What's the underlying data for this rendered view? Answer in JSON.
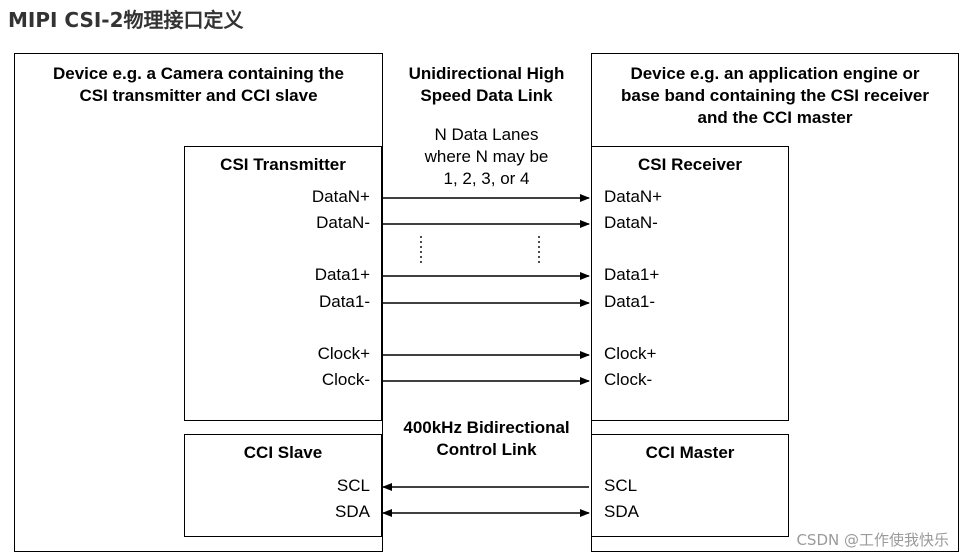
{
  "heading": "MIPI CSI-2物理接口定义",
  "left_device": {
    "title_line1": "Device e.g. a Camera containing the",
    "title_line2": "CSI transmitter and CCI slave"
  },
  "right_device": {
    "title_line1": "Device e.g. an application engine or",
    "title_line2": "base band containing the CSI receiver",
    "title_line3": "and the CCI master"
  },
  "link": {
    "title_line1": "Unidirectional High",
    "title_line2": "Speed Data  Link",
    "lanes_line1": "N Data Lanes",
    "lanes_line2": "where N may be",
    "lanes_line3": "1, 2, 3, or 4"
  },
  "control_link": {
    "title_line1": "400kHz Bidirectional",
    "title_line2": "Control Link"
  },
  "csi_transmitter": {
    "title": "CSI Transmitter",
    "signals": [
      "DataN+",
      "DataN-",
      "Data1+",
      "Data1-",
      "Clock+",
      "Clock-"
    ]
  },
  "csi_receiver": {
    "title": "CSI Receiver",
    "signals": [
      "DataN+",
      "DataN-",
      "Data1+",
      "Data1-",
      "Clock+",
      "Clock-"
    ]
  },
  "cci_slave": {
    "title": "CCI Slave",
    "signals": [
      "SCL",
      "SDA"
    ]
  },
  "cci_master": {
    "title": "CCI Master",
    "signals": [
      "SCL",
      "SDA"
    ]
  },
  "watermark": "CSDN @工作使我快乐"
}
